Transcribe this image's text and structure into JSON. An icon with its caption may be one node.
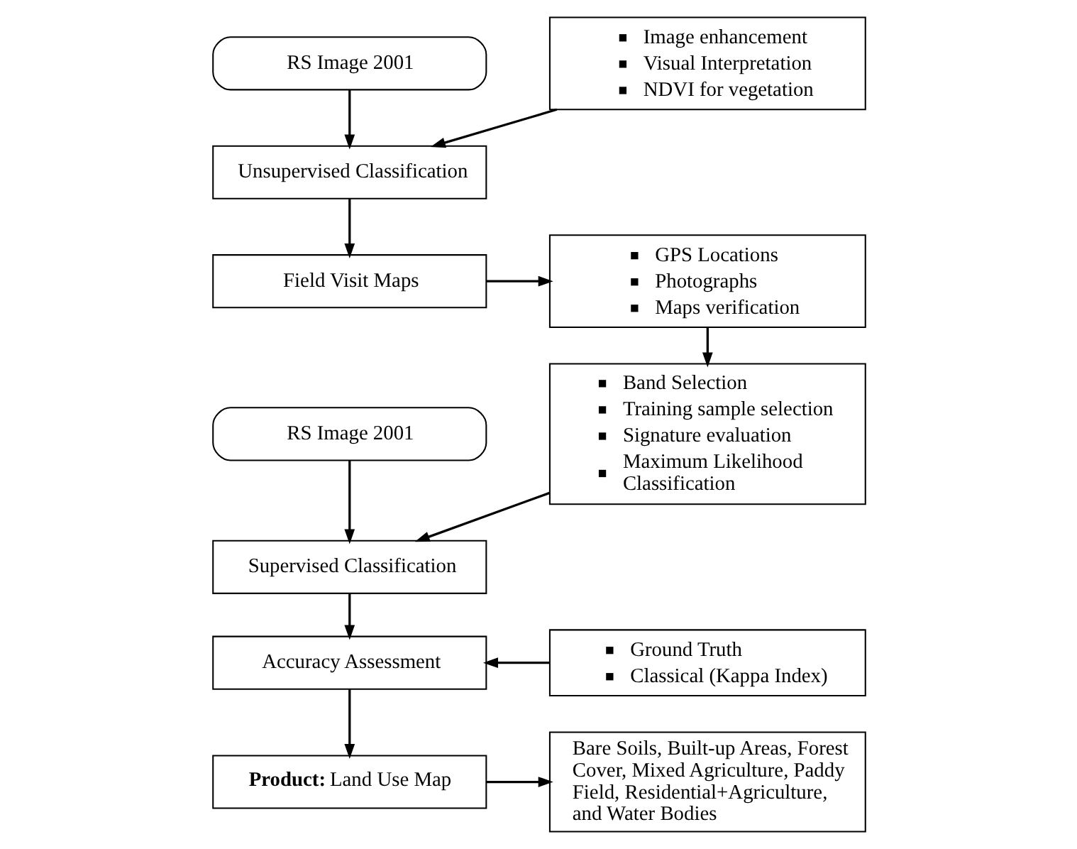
{
  "diagram": {
    "nodes": [
      {
        "text": [
          "RS Image 2001"
        ]
      },
      {
        "text": [
          "Image enhancement",
          "Visual Interpretation",
          "NDVI for vegetation"
        ]
      },
      {
        "text": [
          "Unsupervised Classification"
        ]
      },
      {
        "text": [
          "Field Visit Maps"
        ]
      },
      {
        "text": [
          "GPS Locations",
          "Photographs",
          "Maps verification"
        ]
      },
      {
        "text": [
          "RS Image 2001"
        ]
      },
      {
        "text": [
          "Band Selection",
          "Training sample selection",
          "Signature evaluation",
          "Maximum Likelihood Classification"
        ]
      },
      {
        "text": [
          "Supervised Classification"
        ]
      },
      {
        "text": [
          "Accuracy Assessment"
        ]
      },
      {
        "text": [
          "Ground Truth",
          "Classical (Kappa Index)"
        ]
      },
      {
        "text": [
          "**Product:** Land Use Map"
        ]
      },
      {
        "text": [
          "Bare Soils, Built-up Areas, Forest Cover, Mixed Agriculture, Paddy Field, Residential+Agriculture, and Water Bodies"
        ]
      }
    ],
    "edges": [
      {
        "from": 0,
        "to": 2,
        "arrow": "to"
      },
      {
        "from": 1,
        "to": 2,
        "arrow": "to"
      },
      {
        "from": 2,
        "to": 3,
        "arrow": "to"
      },
      {
        "from": 3,
        "to": 4,
        "arrow": "to"
      },
      {
        "from": 4,
        "to": 6,
        "arrow": "to"
      },
      {
        "from": 5,
        "to": 7,
        "arrow": "to"
      },
      {
        "from": 6,
        "to": 7,
        "arrow": "to"
      },
      {
        "from": 7,
        "to": 8,
        "arrow": "to"
      },
      {
        "from": 9,
        "to": 8,
        "arrow": "to"
      },
      {
        "from": 8,
        "to": 10,
        "arrow": "to"
      },
      {
        "from": 10,
        "to": 11,
        "arrow": "to"
      }
    ]
  }
}
